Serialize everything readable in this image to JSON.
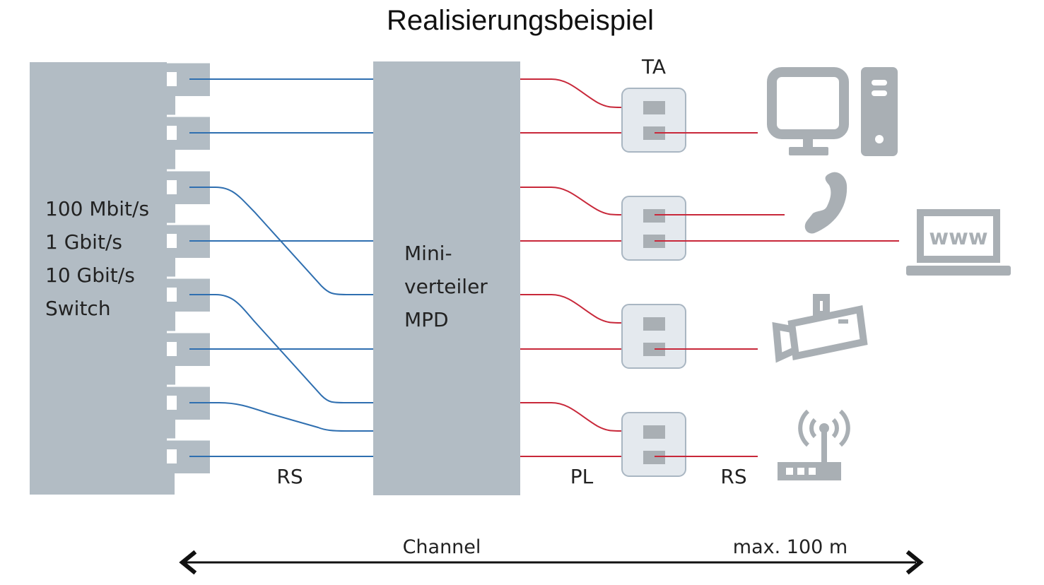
{
  "title": "Realisierungsbeispiel",
  "switch": {
    "lines": [
      "100 Mbit/s",
      "1 Gbit/s",
      "10 Gbit/s",
      "Switch"
    ]
  },
  "mpd": {
    "lines": [
      "Mini-",
      "verteiler",
      "MPD"
    ]
  },
  "labels": {
    "ta": "TA",
    "rs_left": "RS",
    "pl": "PL",
    "rs_right": "RS",
    "channel": "Channel",
    "max_length": "max. 100 m"
  },
  "devices": {
    "laptop_screen_text": "www",
    "icons": [
      "computer-icon",
      "phone-icon",
      "laptop-icon",
      "camera-icon",
      "router-icon"
    ]
  },
  "colors": {
    "blue_cable": "#2f6fb0",
    "red_cable": "#c8283a",
    "box_gray": "#b2bcc4",
    "outlet_fill": "#e4e9ee",
    "outlet_stroke": "#a9b6c2",
    "icon_gray": "#a9afb4"
  }
}
